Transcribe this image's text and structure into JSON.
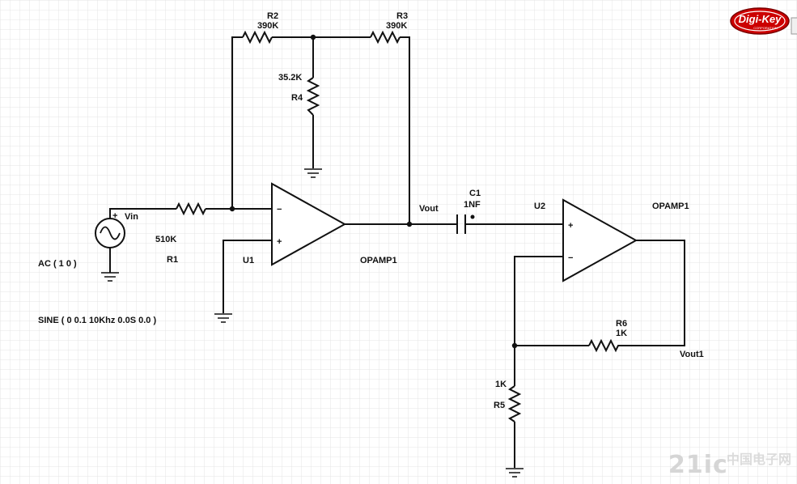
{
  "labels": {
    "r2_name": "R2",
    "r2_value": "390K",
    "r3_name": "R3",
    "r3_value": "390K",
    "r4_value": "35.2K",
    "r4_name": "R4",
    "vin": "Vin",
    "r1_value": "510K",
    "r1_name": "R1",
    "ac": "AC ( 1 0 )",
    "sine": "SINE ( 0 0.1 10Khz 0.0S 0.0 )",
    "u1": "U1",
    "u1_model": "OPAMP1",
    "vout": "Vout",
    "c1_name": "C1",
    "c1_value": "1NF",
    "u2": "U2",
    "u2_model": "OPAMP1",
    "r6_name": "R6",
    "r6_value": "1K",
    "vout1": "Vout1",
    "r5_value": "1K",
    "r5_name": "R5",
    "plus": "+",
    "minus": "−"
  },
  "logo": {
    "text": "Digi-Key",
    "subtext": "CORPORATION",
    "color": "#cc0000"
  },
  "watermark": {
    "text": "21ic",
    "subtext": "中国电子网"
  },
  "colors": {
    "grid": "#e2e2e2",
    "wire": "#111111",
    "logo_red": "#cc0000"
  }
}
